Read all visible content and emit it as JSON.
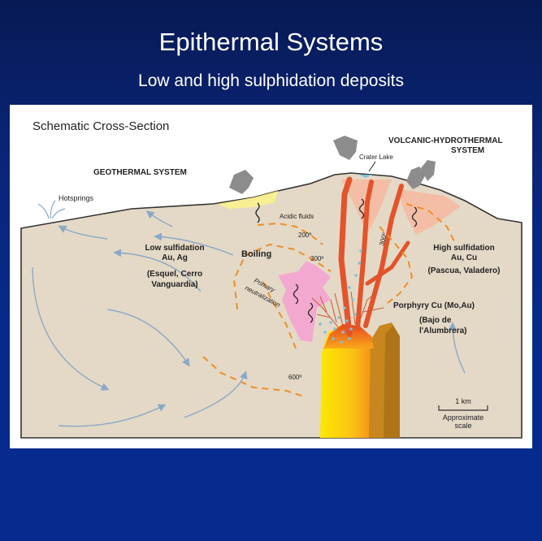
{
  "slide": {
    "title": "Epithermal Systems",
    "subtitle": "Low and high sulphidation deposits"
  },
  "diagram": {
    "heading": "Schematic Cross-Section",
    "geothermal_label": "GEOTHERMAL SYSTEM",
    "volcanic_label_1": "VOLCANIC-HYDROTHERMAL",
    "volcanic_label_2": "SYSTEM",
    "crater_lake": "Crater Lake",
    "hotsprings": "Hotsprings",
    "acidic_fluids": "Acidic fluids",
    "temp_200": "200º",
    "temp_300": "300º",
    "temp_300_vertical": "300º",
    "temp_600": "600º",
    "boiling": "Boiling",
    "primary_neutralization_1": "Primary",
    "primary_neutralization_2": "neutralization",
    "low_sulf_1": "Low sulfidation",
    "low_sulf_2": "Au, Ag",
    "low_sulf_3": "(Esquel, Cerro",
    "low_sulf_4": "Vanguardia)",
    "high_sulf_1": "High sulfidation",
    "high_sulf_2": "Au, Cu",
    "high_sulf_3": "(Pascua, Valadero)",
    "porphyry_1": "Porphyry Cu (Mo,Au)",
    "porphyry_2": "(Bajo de",
    "porphyry_3": "l'Alumbrera)",
    "scale_value": "1 km",
    "scale_1": "Approximate",
    "scale_2": "scale"
  },
  "colors": {
    "background_top": "#071a55",
    "background_bottom": "#062a8f",
    "ground": "#e4d9c6",
    "magma_yellow": "#fde800",
    "magma_orange": "#f38a1a",
    "conduit_red": "#e4532a",
    "alteration_pink": "#f4a3cf",
    "isotherm_orange": "#ee8e2a",
    "arrow_blue": "#8aa9c7"
  }
}
